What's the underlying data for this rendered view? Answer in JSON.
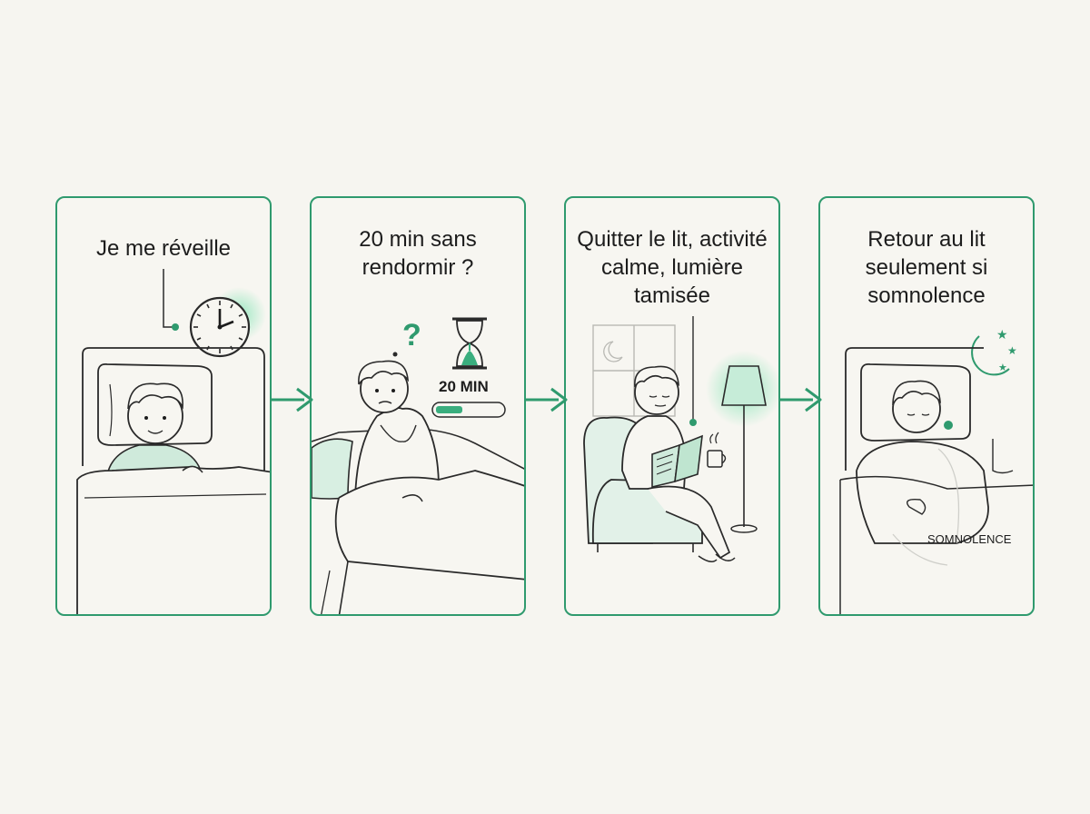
{
  "steps": [
    {
      "title": "Je me réveille"
    },
    {
      "title": "20 min sans rendormir ?",
      "timer_label": "20 MIN",
      "timer_progress": 0.4
    },
    {
      "title": "Quitter le lit, activité calme, lumière tamisée"
    },
    {
      "title": "Retour au lit seulement si somnolence",
      "label": "SOMNOLENCE"
    }
  ],
  "colors": {
    "accent": "#2f9a6e",
    "glow": "#9be7c1",
    "fill": "#d8efe2",
    "background": "#f6f5f0",
    "line": "#2a2a2a"
  },
  "icons": [
    "clock-icon",
    "question-mark-icon",
    "hourglass-icon",
    "lamp-icon",
    "moon-stars-icon",
    "arrow-right-icon"
  ]
}
